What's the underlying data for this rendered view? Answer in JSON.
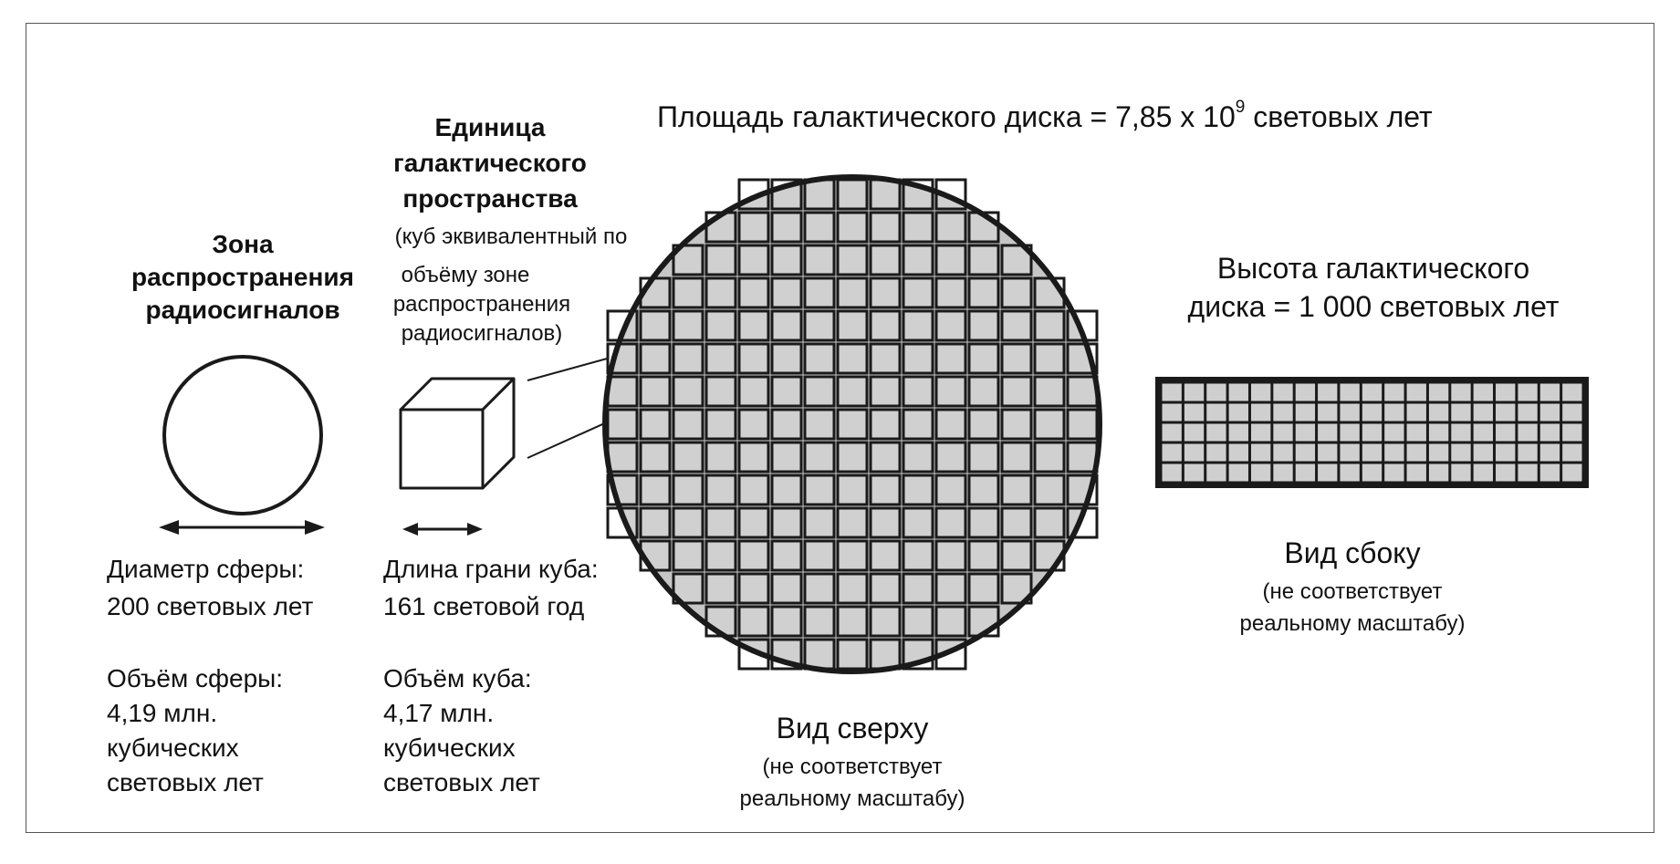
{
  "sphere": {
    "title_lines": [
      "Зона",
      "распространения",
      "радиосигналов"
    ],
    "diameter_lines": [
      "Диаметр сферы:",
      "200 световых лет"
    ],
    "volume_lines": [
      "Объём сферы:",
      "4,19 млн.",
      "кубических",
      "световых лет"
    ]
  },
  "cube": {
    "title_lines": [
      "Единица",
      "галактического",
      "пространства"
    ],
    "note_lines": [
      "(куб эквивалентный по",
      "объёму зоне",
      "распространения",
      "радиосигналов)"
    ],
    "edge_lines": [
      "Длина грани куба:",
      "161 световой год"
    ],
    "volume_lines": [
      "Объём куба:",
      "4,17 млн.",
      "кубических",
      "световых лет"
    ]
  },
  "disk_area": {
    "prefix": "Площадь галактического диска = 7,85 x 10",
    "exponent": "9",
    "suffix": " световых лет"
  },
  "top_view": {
    "title": "Вид сверху",
    "note_lines": [
      "(не соответствует",
      "реальному масштабу)"
    ]
  },
  "disk_height": {
    "lines": [
      "Высота галактического",
      "диска = 1 000 световых лет"
    ]
  },
  "side_view": {
    "title": "Вид сбоку",
    "note_lines": [
      "(не соответствует",
      "реальному масштабу)"
    ]
  }
}
